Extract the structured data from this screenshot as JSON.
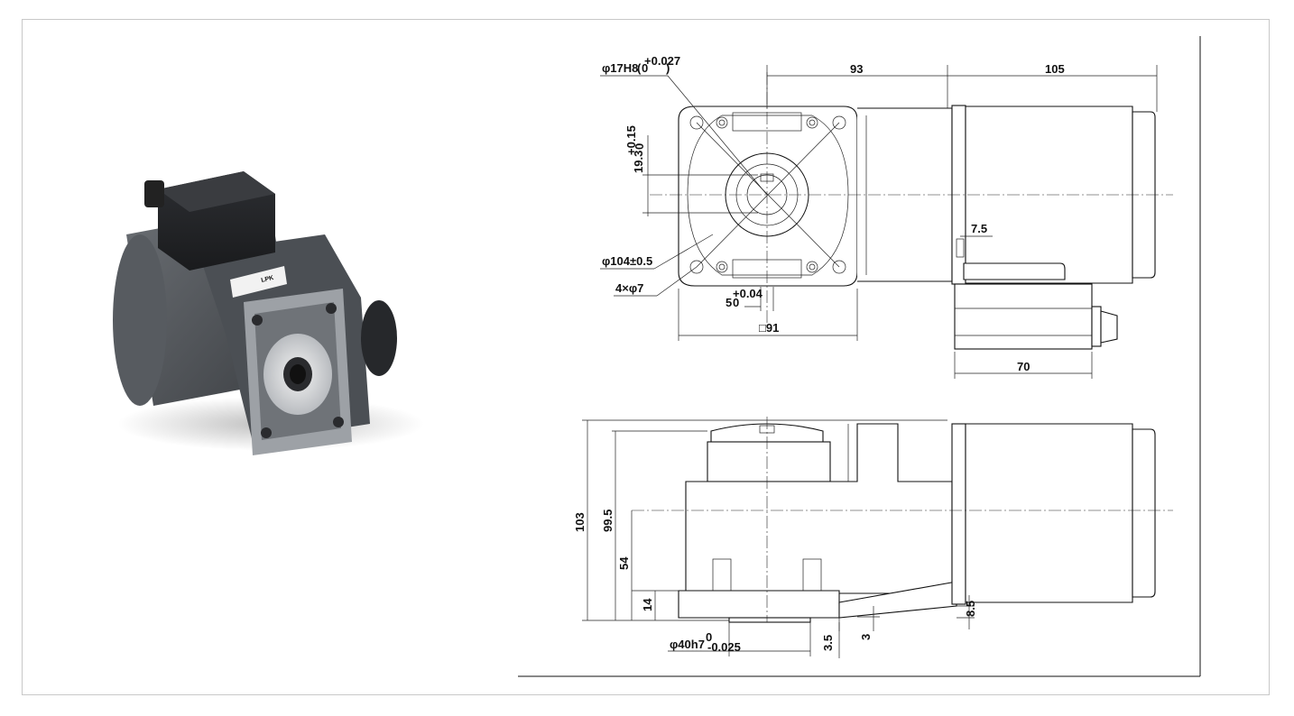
{
  "product": {
    "label_brand": "LPK"
  },
  "front_view": {
    "dims": {
      "shaft_bore": "φ17H8",
      "shaft_bore_tol_upper": "+0.027",
      "shaft_bore_tol_lower": "0",
      "key_depth": "19.3",
      "key_depth_tol_upper": "+0.15",
      "key_depth_tol_lower": "0",
      "pcd": "φ104±0.5",
      "holes": "4×φ7",
      "key_width": "5",
      "key_width_tol_upper": "+0.04",
      "key_width_tol_lower": "0",
      "flange_square": "□91",
      "gear_length": "93",
      "motor_length": "105",
      "terminal_offset": "7.5",
      "terminal_box_width": "70"
    }
  },
  "side_view": {
    "dims": {
      "total_height": "103",
      "center_height": "99.5",
      "height_54": "54",
      "height_14": "14",
      "foot_thickness": "8.5",
      "spigot": "φ40h7",
      "spigot_tol_upper": "0",
      "spigot_tol_lower": "-0.025",
      "spigot_depth": "3.5",
      "offset_3": "3"
    }
  }
}
